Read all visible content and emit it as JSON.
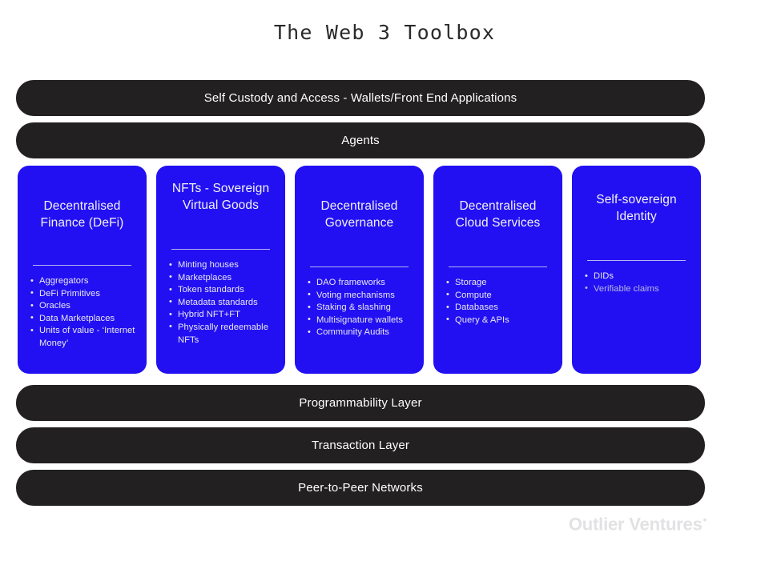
{
  "title": "The Web 3 Toolbox",
  "top_bars": [
    {
      "label": "Self Custody and Access - Wallets/Front End Applications"
    },
    {
      "label": "Agents"
    }
  ],
  "bottom_bars": [
    {
      "label": "Programmability Layer"
    },
    {
      "label": "Transaction Layer"
    },
    {
      "label": "Peer-to-Peer Networks"
    }
  ],
  "cards": [
    {
      "title": "Decentralised Finance (DeFi)",
      "items": [
        "Aggregators",
        "DeFi Primitives",
        "Oracles",
        "Data Marketplaces",
        "Units of value - ‘Internet Money’"
      ]
    },
    {
      "title": "NFTs - Sovereign Virtual Goods",
      "items": [
        "Minting houses",
        "Marketplaces",
        "Token standards",
        "Metadata standards",
        "Hybrid NFT+FT",
        "Physically redeemable NFTs"
      ]
    },
    {
      "title": "Decentralised Governance",
      "items": [
        "DAO frameworks",
        "Voting mechanisms",
        "Staking & slashing",
        "Multisignature wallets",
        "Community Audits"
      ]
    },
    {
      "title": "Decentralised Cloud Services",
      "items": [
        "Storage",
        "Compute",
        "Databases",
        "Query & APIs"
      ]
    },
    {
      "title": "Self-sovereign Identity",
      "items": [
        "DIDs",
        "Verifiable claims"
      ]
    }
  ],
  "footer": {
    "logo_text": "Outlier Ventures",
    "logo_mark": "•"
  },
  "colors": {
    "card_blue": "#2210F2",
    "bar_dark": "#232022",
    "page_background": "#ffffff",
    "logo_gray": "#e2e2e4"
  }
}
